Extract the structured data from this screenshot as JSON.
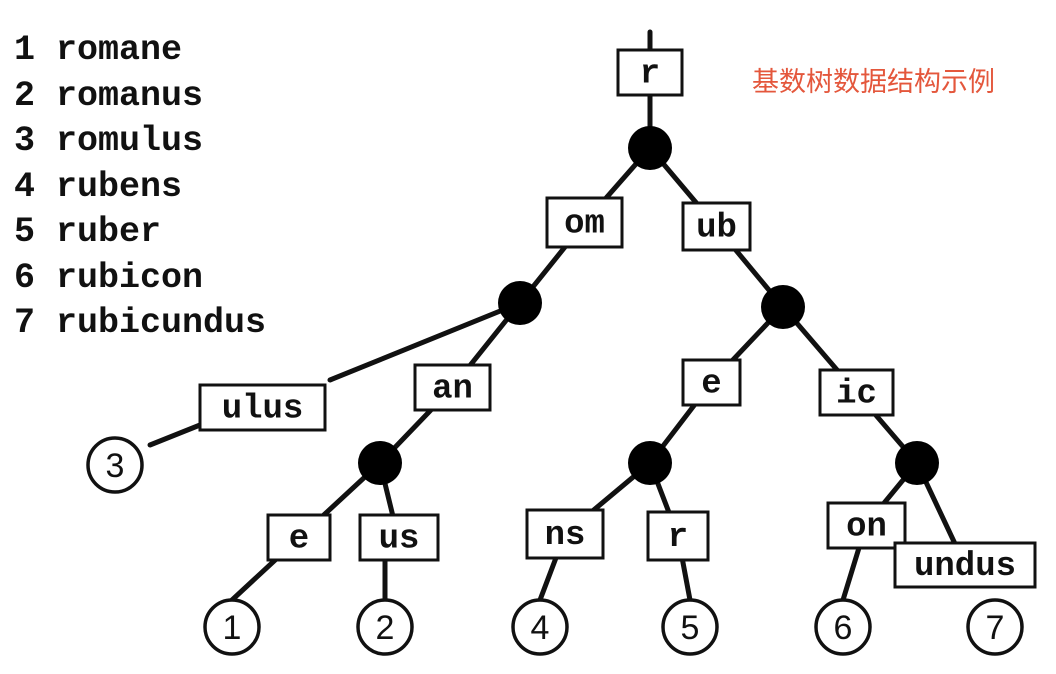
{
  "title": "基数树数据结构示例",
  "legend": [
    {
      "num": "1",
      "word": "romane"
    },
    {
      "num": "2",
      "word": "romanus"
    },
    {
      "num": "3",
      "word": "romulus"
    },
    {
      "num": "4",
      "word": "rubens"
    },
    {
      "num": "5",
      "word": "ruber"
    },
    {
      "num": "6",
      "word": "rubicon"
    },
    {
      "num": "7",
      "word": "rubicundus"
    }
  ],
  "edge_labels": {
    "root": "r",
    "om": "om",
    "ub": "ub",
    "ulus": "ulus",
    "an": "an",
    "e_left": "e",
    "us": "us",
    "e_right": "e",
    "ic": "ic",
    "ns": "ns",
    "r_leaf": "r",
    "on": "on",
    "undus": "undus"
  },
  "leaves": [
    "1",
    "2",
    "3",
    "4",
    "5",
    "6",
    "7"
  ]
}
